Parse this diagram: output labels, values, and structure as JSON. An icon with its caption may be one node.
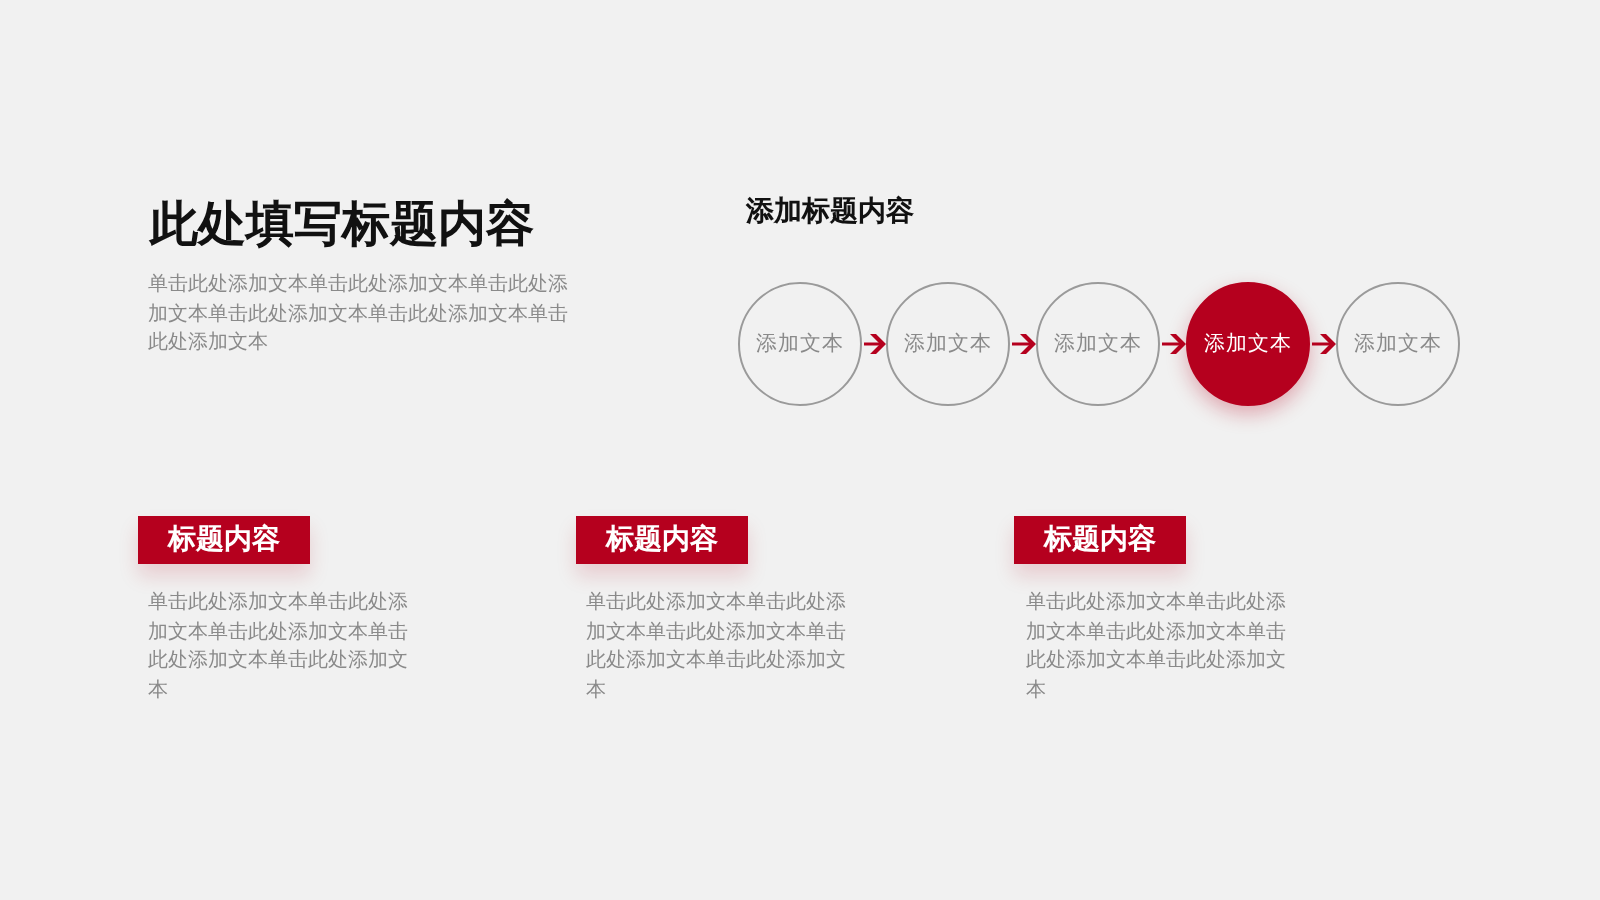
{
  "diagram": {
    "title": "此处填写标题内容",
    "nodes": [
      {
        "text": [
          "添加文本"
        ]
      },
      {
        "text": [
          "添加文本"
        ]
      },
      {
        "text": [
          "添加文本"
        ]
      },
      {
        "text": [
          "添加文本"
        ]
      },
      {
        "text": [
          "添加文本"
        ]
      },
      {
        "text": [
          "标题内容"
        ]
      },
      {
        "text": [
          "标题内容"
        ]
      },
      {
        "text": [
          "标题内容"
        ]
      }
    ],
    "edges": [
      {
        "from": 0,
        "to": 1,
        "arrow": "to"
      },
      {
        "from": 1,
        "to": 2,
        "arrow": "to"
      },
      {
        "from": 2,
        "to": 3,
        "arrow": "to"
      },
      {
        "from": 3,
        "to": 4,
        "arrow": "to"
      }
    ],
    "labels": [
      "单击此处添加文本单击此处添加文本单击此处添加文本单击此处添加文本单击此处添加文本单击此处添加文本",
      "添加标题内容",
      "单击此处添加文本单击此处添加文本单击此处添加文本单击此处添加文本单击此处添加文本",
      "单击此处添加文本单击此处添加文本单击此处添加文本单击此处添加文本单击此处添加文本",
      "单击此处添加文本单击此处添加文本单击此处添加文本单击此处添加文本单击此处添加文本"
    ]
  }
}
